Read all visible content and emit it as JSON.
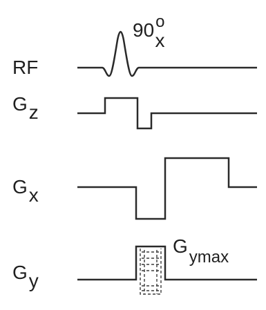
{
  "rows": {
    "rf": {
      "label": "RF"
    },
    "gz": {
      "label": "G",
      "sub": "z"
    },
    "gx": {
      "label": "G",
      "sub": "x"
    },
    "gy": {
      "label": "G",
      "sub": "y"
    }
  },
  "annotations": {
    "pulse": {
      "main": "90",
      "sup": "o",
      "sub": "x"
    },
    "gymax": {
      "main": "G",
      "sub": "ymax"
    }
  },
  "colors": {
    "line": "#2a2a2a",
    "text": "#1f1f1f",
    "background": "#ffffff"
  }
}
